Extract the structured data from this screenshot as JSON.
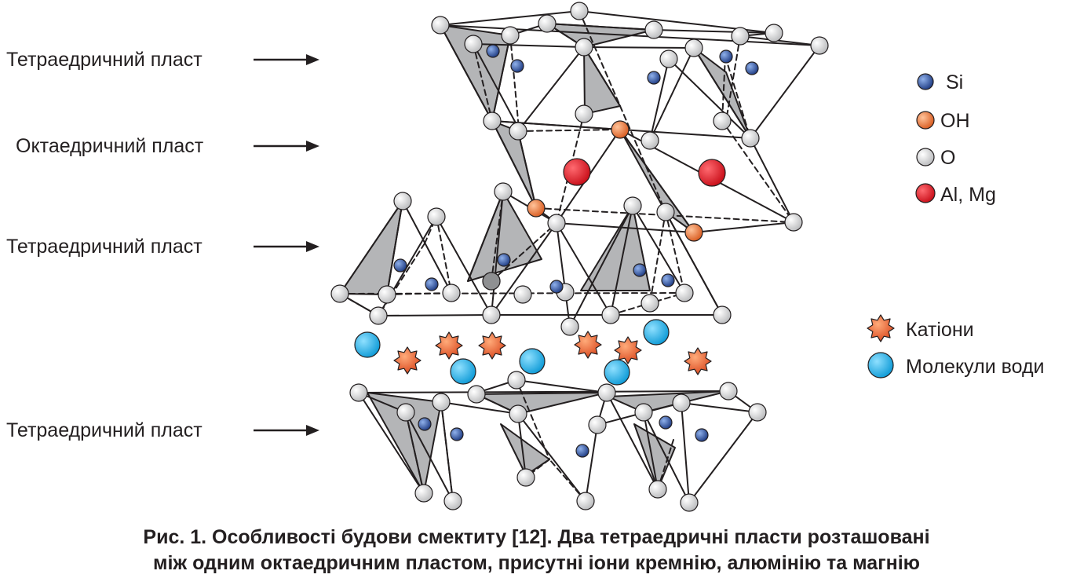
{
  "layers": [
    {
      "id": "tetra-top",
      "label": "Тетраедричний пласт"
    },
    {
      "id": "octa",
      "label": "Октаедричний пласт"
    },
    {
      "id": "tetra-mid",
      "label": "Тетраедричний пласт"
    },
    {
      "id": "tetra-bottom",
      "label": "Тетраедричний пласт"
    }
  ],
  "legend": {
    "atoms": [
      {
        "label": "Si",
        "color": "#2c4f9e"
      },
      {
        "label": "OH",
        "color": "#e8743a"
      },
      {
        "label": "O",
        "color": "#d2d3d5"
      },
      {
        "label": "Al, Mg",
        "color": "#e0202a"
      }
    ],
    "interlayer": [
      {
        "label": "Катіони",
        "color": "#e8552a",
        "icon": "star-icon"
      },
      {
        "label": "Молекули води",
        "color": "#22aee4",
        "icon": "circle-icon"
      }
    ]
  },
  "caption": {
    "line1": "Рис. 1. Особливості будови смектиту [12]. Два тетраедричні пласти розташовані",
    "line2": "між одним октаедричним пластом, присутні іони кремнію, алюмінію та магнію"
  },
  "colors": {
    "si": "#2c4f9e",
    "oh": "#e8743a",
    "o": "#d2d3d5",
    "almg": "#e0202a",
    "cation": "#e8552a",
    "water": "#22aee4",
    "face": "#b4b5b7",
    "line": "#231f20"
  }
}
